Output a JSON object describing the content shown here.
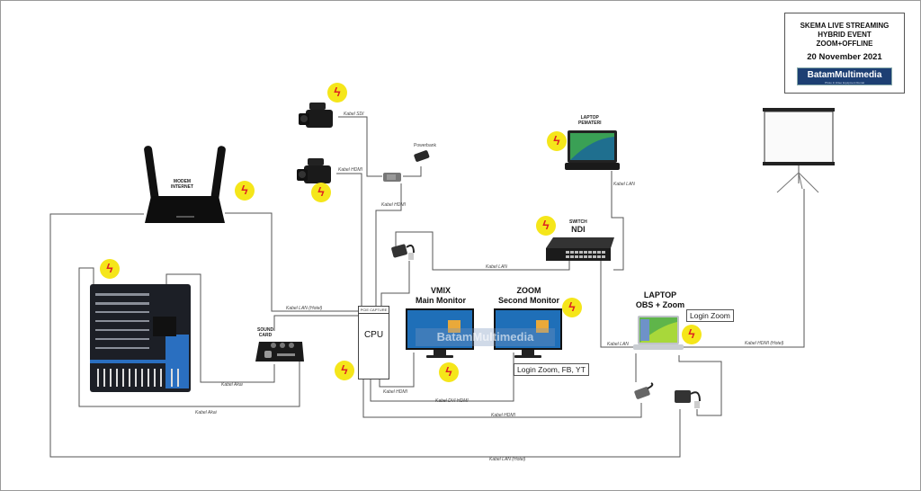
{
  "title_box": {
    "line1": "SKEMA LIVE STREAMING",
    "line2": "HYBRID EVENT",
    "line3": "ZOOM+OFFLINE",
    "date": "20 November 2021",
    "brand": "BatamMultimedia",
    "brand_tagline": "Photo & Video Equipment Rental"
  },
  "devices": {
    "modem": {
      "line1": "MODEM",
      "line2": "INTERNET"
    },
    "powerbank": "Powerbank",
    "laptop_pemateri": {
      "line1": "LAPTOP",
      "line2": "PEMATERI"
    },
    "switch": {
      "line1": "SWITCH",
      "line2": "NDI"
    },
    "sound_card": {
      "line1": "SOUND",
      "line2": "CARD"
    },
    "cpu": {
      "pcie": "PCIE CAPTURE",
      "label": "CPU"
    },
    "vmix": {
      "line1": "VMIX",
      "line2": "Main Monitor"
    },
    "zoom": {
      "line1": "ZOOM",
      "line2": "Second Monitor"
    },
    "laptop_obs": {
      "line1": "LAPTOP",
      "line2": "OBS + Zoom"
    },
    "screen": "Projector Screen",
    "camera1": "Camera 1",
    "camera2": "Camera 2",
    "mixer": "Audio Mixer"
  },
  "notes": {
    "login_zoom": "Login Zoom",
    "login_multi": "Login Zoom, FB, YT"
  },
  "watermark": "BatamMultimedia",
  "cables": {
    "sdi": "Kabel SDI",
    "hdmi_cam2": "Kabel HDMI",
    "hdmi_converter": "Kabel HDMI",
    "lan_pemateri": "Kabel LAN",
    "lan_switch_cpu": "Kabel LAN",
    "lan_hotel_modem": "Kabel LAN (Hotel)",
    "akai_1": "Kabel Akai",
    "akai_2": "Kabel Akai",
    "hdmi_vmix": "Kabel HDMI",
    "dvi_hdmi": "Kabel DVI HDMI",
    "hdmi_laptop": "Kabel HDMI",
    "lan_laptop": "Kabel LAN",
    "hdmi_hotel": "Kabel HDMI (Hotel)",
    "lan_hotel_bottom": "Kabel LAN (Hotel)"
  },
  "colors": {
    "power_badge": "#f5e61a",
    "power_bolt": "#dd2222",
    "brand_bg": "#1d3f73",
    "cable": "#555555"
  }
}
